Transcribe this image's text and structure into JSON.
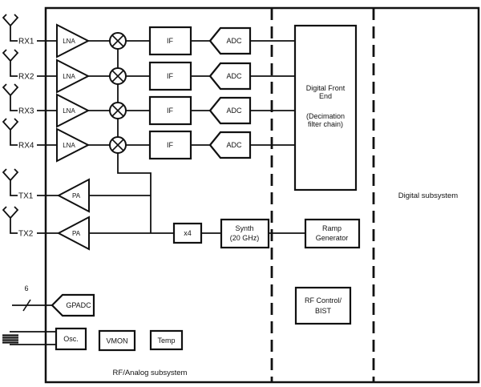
{
  "diagram": {
    "regions": {
      "rf_analog": "RF/Analog subsystem",
      "digital": "Digital subsystem"
    },
    "rx_chains": [
      {
        "label": "RX1",
        "lna": "LNA",
        "if": "IF",
        "adc": "ADC"
      },
      {
        "label": "RX2",
        "lna": "LNA",
        "if": "IF",
        "adc": "ADC"
      },
      {
        "label": "RX3",
        "lna": "LNA",
        "if": "IF",
        "adc": "ADC"
      },
      {
        "label": "RX4",
        "lna": "LNA",
        "if": "IF",
        "adc": "ADC"
      }
    ],
    "tx_chains": [
      {
        "label": "TX1",
        "pa": "PA"
      },
      {
        "label": "TX2",
        "pa": "PA"
      }
    ],
    "blocks": {
      "dfe": {
        "lines": [
          "Digital Front",
          "End",
          "(Decimation",
          "filter chain)"
        ]
      },
      "x4": "x4",
      "synth": {
        "lines": [
          "Synth",
          "(20 GHz)"
        ]
      },
      "ramp": {
        "lines": [
          "Ramp",
          "Generator"
        ]
      },
      "rf_control": {
        "lines": [
          "RF Control/",
          "BIST"
        ]
      },
      "gpadc": {
        "label": "GPADC",
        "bus_width": "6"
      },
      "osc": "Osc.",
      "vmon": "VMON",
      "temp": "Temp"
    },
    "colors": {
      "stroke": "#111111",
      "background": "#ffffff"
    }
  }
}
